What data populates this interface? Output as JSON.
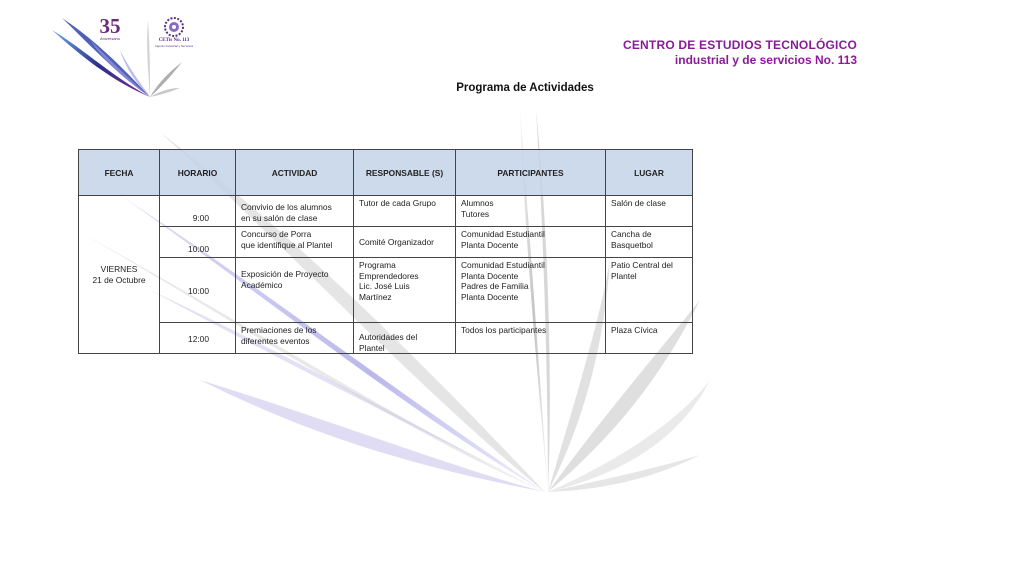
{
  "header": {
    "badge_number": "35",
    "badge_text": "Aniversario",
    "logo_label": "CETis No. 113",
    "logo_sublabel": "Ingenio Industrial y Servicios",
    "institution_line1": "CENTRO DE ESTUDIOS TECNOLÓGICO",
    "institution_line2": "industrial y de servicios No. 113",
    "accent_color": "#8a1a98"
  },
  "title": "Programa de Actividades",
  "table": {
    "columns": [
      "FECHA",
      "HORARIO",
      "ACTIVIDAD",
      "RESPONSABLE (S)",
      "PARTICIPANTES",
      "LUGAR"
    ],
    "date_line1": "VIERNES",
    "date_line2": "21 de Octubre",
    "rows": [
      {
        "time": "9:00",
        "activity": [
          "Convivio de los alumnos",
          "en su salón de clase"
        ],
        "responsible": [
          "Tutor de cada Grupo"
        ],
        "participants": [
          "Alumnos",
          "Tutores"
        ],
        "place": [
          "Salón de clase"
        ]
      },
      {
        "time": "10:00",
        "activity": [
          "Concurso de Porra",
          "que identifique al Plantel"
        ],
        "responsible": [
          "Comité Organizador"
        ],
        "participants": [
          "Comunidad Estudiantil",
          "Planta Docente"
        ],
        "place": [
          "Cancha de",
          "Basquetbol"
        ]
      },
      {
        "time": "10:00",
        "activity": [
          "Exposición de Proyecto",
          "Académico"
        ],
        "responsible": [
          "Programa",
          "Emprendedores",
          "Lic. José Luis",
          "Martínez"
        ],
        "participants": [
          "Comunidad Estudiantil",
          "Planta Docente",
          "Padres de Familia",
          "Planta Docente"
        ],
        "place": [
          "Patio Central del",
          "Plantel"
        ]
      },
      {
        "time": "12:00",
        "activity": [
          "Premiaciones de los",
          "diferentes eventos"
        ],
        "responsible": [
          "Autoridades del",
          "Plantel"
        ],
        "participants": [
          "Todos los participantes"
        ],
        "place": [
          "Plaza Cívica"
        ]
      }
    ]
  }
}
